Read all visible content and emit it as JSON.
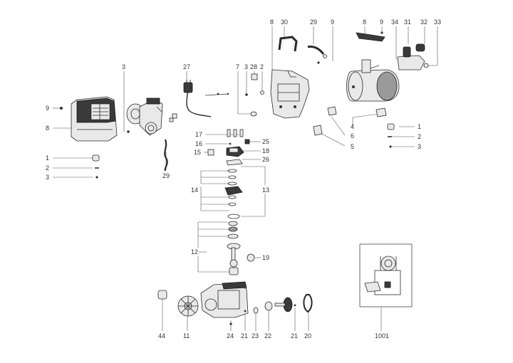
{
  "callouts": [
    {
      "id": "c-30",
      "text": "30"
    },
    {
      "id": "c-29a",
      "text": "29"
    },
    {
      "id": "c-9a",
      "text": "9"
    },
    {
      "id": "c-8a",
      "text": "8"
    },
    {
      "id": "c-8b",
      "text": "8"
    },
    {
      "id": "c-9b",
      "text": "9"
    },
    {
      "id": "c-31",
      "text": "31"
    },
    {
      "id": "c-32",
      "text": "32"
    },
    {
      "id": "c-33",
      "text": "33"
    },
    {
      "id": "c-34",
      "text": "34"
    },
    {
      "id": "c-3a",
      "text": "3"
    },
    {
      "id": "c-27",
      "text": "27"
    },
    {
      "id": "c-7",
      "text": "7"
    },
    {
      "id": "c-3b",
      "text": "3"
    },
    {
      "id": "c-28",
      "text": "28"
    },
    {
      "id": "c-2a",
      "text": "2"
    },
    {
      "id": "c-9c",
      "text": "9"
    },
    {
      "id": "c-8c",
      "text": "8"
    },
    {
      "id": "c-1a",
      "text": "1"
    },
    {
      "id": "c-2b",
      "text": "2"
    },
    {
      "id": "c-3c",
      "text": "3"
    },
    {
      "id": "c-29b",
      "text": "29"
    },
    {
      "id": "c-17",
      "text": "17"
    },
    {
      "id": "c-16",
      "text": "16"
    },
    {
      "id": "c-25",
      "text": "25"
    },
    {
      "id": "c-15",
      "text": "15"
    },
    {
      "id": "c-18",
      "text": "18"
    },
    {
      "id": "c-26",
      "text": "26"
    },
    {
      "id": "c-14",
      "text": "14"
    },
    {
      "id": "c-13",
      "text": "13"
    },
    {
      "id": "c-12",
      "text": "12"
    },
    {
      "id": "c-19",
      "text": "19"
    },
    {
      "id": "c-4",
      "text": "4"
    },
    {
      "id": "c-6",
      "text": "6"
    },
    {
      "id": "c-5",
      "text": "5"
    },
    {
      "id": "c-1b",
      "text": "1"
    },
    {
      "id": "c-2c",
      "text": "2"
    },
    {
      "id": "c-3d",
      "text": "3"
    },
    {
      "id": "c-44",
      "text": "44"
    },
    {
      "id": "c-11",
      "text": "11"
    },
    {
      "id": "c-24",
      "text": "24"
    },
    {
      "id": "c-21a",
      "text": "21"
    },
    {
      "id": "c-23",
      "text": "23"
    },
    {
      "id": "c-22",
      "text": "22"
    },
    {
      "id": "c-21b",
      "text": "21"
    },
    {
      "id": "c-20",
      "text": "20"
    },
    {
      "id": "c-1001",
      "text": "1001"
    }
  ]
}
